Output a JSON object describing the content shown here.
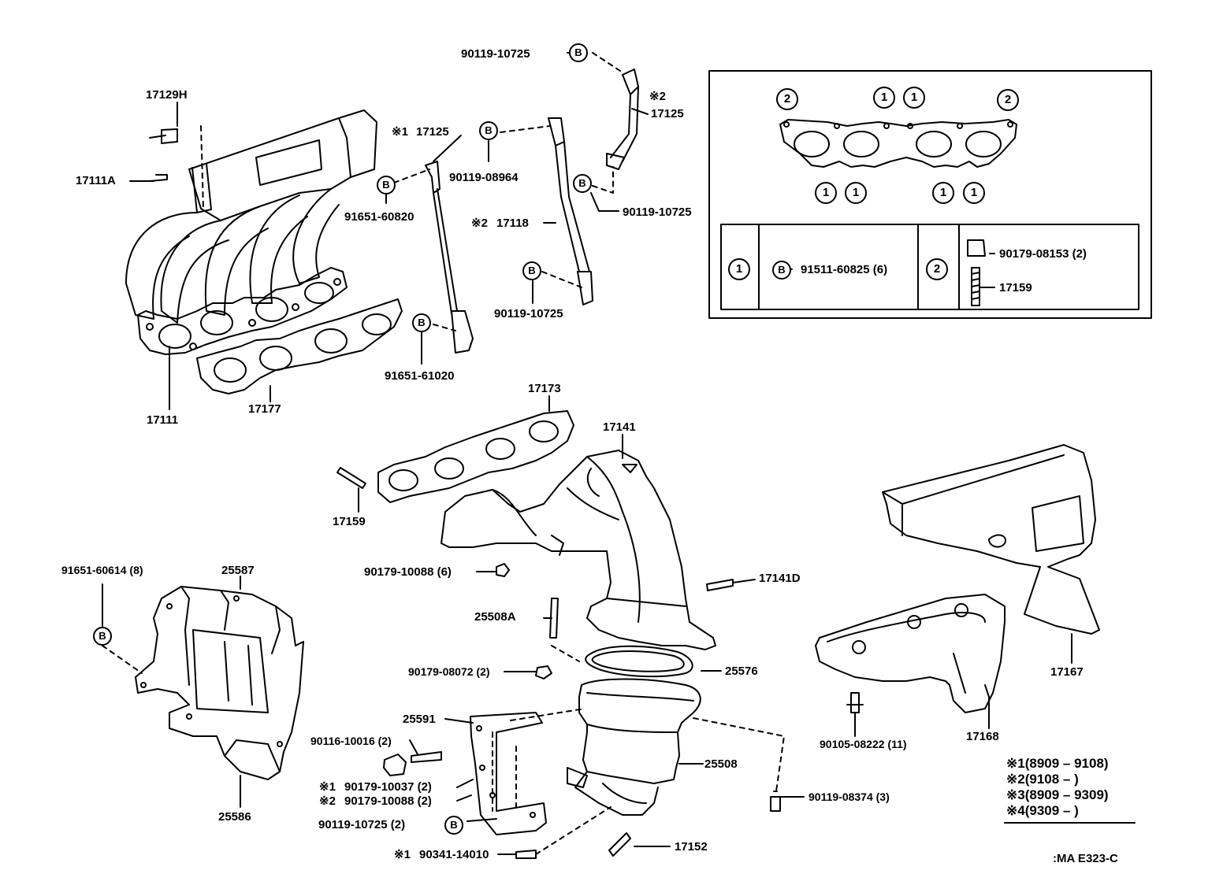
{
  "parts": {
    "p17129H": "17129H",
    "p17111A": "17111A",
    "p17111": "17111",
    "p17177": "17177",
    "p17125_1": "17125",
    "p17125_1_mark": "※1",
    "p90119_08964": "90119-08964",
    "p91651_60820": "91651-60820",
    "p91651_61020": "91651-61020",
    "p17118": "17118",
    "p17118_mark": "※2",
    "p90119_10725_a": "90119-10725",
    "p90119_10725_b": "90119-10725",
    "p90119_10725_c": "90119-10725",
    "p17125_2": "17125",
    "p17125_2_mark": "※2",
    "p17173": "17173",
    "p17141": "17141",
    "p17159": "17159",
    "p90179_10088_6": "90179-10088 (6)",
    "p17141D": "17141D",
    "p25508A": "25508A",
    "p91651_60614": "91651-60614 (8)",
    "p25587": "25587",
    "p25586": "25586",
    "p90179_08072": "90179-08072 (2)",
    "p25576": "25576",
    "p25591": "25591",
    "p90116_10016": "90116-10016 (2)",
    "p25508": "25508",
    "p90179_10037": "90179-10037 (2)",
    "p90179_10037_mark": "※1",
    "p90179_10088_2": "90179-10088 (2)",
    "p90179_10088_2_mark": "※2",
    "p90119_10725_2": "90119-10725 (2)",
    "p90341_14010": "90341-14010",
    "p90341_14010_mark": "※1",
    "p17152": "17152",
    "p90119_08374": "90119-08374 (3)",
    "p90105_08222": "90105-08222 (11)",
    "p17168": "17168",
    "p17167": "17167"
  },
  "bolt_symbol": "B",
  "inset": {
    "gasket_marks": [
      "2",
      "1",
      "1",
      "2",
      "1",
      "1",
      "1",
      "1"
    ],
    "table": {
      "col1_mark": "1",
      "col1_part": "91511-60825 (6)",
      "col2_mark": "2",
      "col2_part_a": "90179-08153 (2)",
      "col2_part_b": "17159"
    }
  },
  "legend": [
    {
      "mark": "※1",
      "range": "(8909 – 9108)"
    },
    {
      "mark": "※2",
      "range": "(9108 –        )"
    },
    {
      "mark": "※3",
      "range": "(8909 – 9309)"
    },
    {
      "mark": "※4",
      "range": "(9309 –        )"
    }
  ],
  "code": ":MA E323-C"
}
